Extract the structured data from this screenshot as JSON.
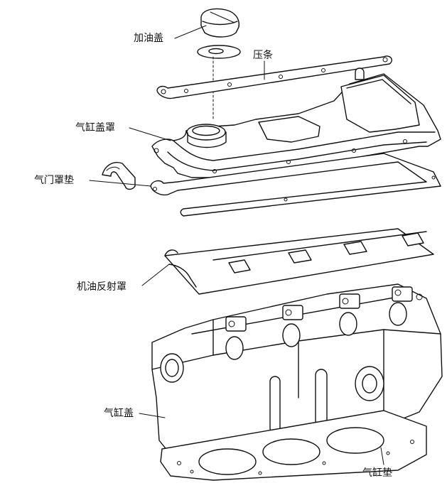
{
  "labels": {
    "oil_cap": "加油盖",
    "pressure_strip": "压条",
    "cylinder_head_cover": "气缸盖罩",
    "valve_cover_gasket": "气门罩垫",
    "oil_deflector": "机油反射罩",
    "cylinder_head": "气缸盖",
    "cylinder_head_gasket": "气缸垫"
  }
}
